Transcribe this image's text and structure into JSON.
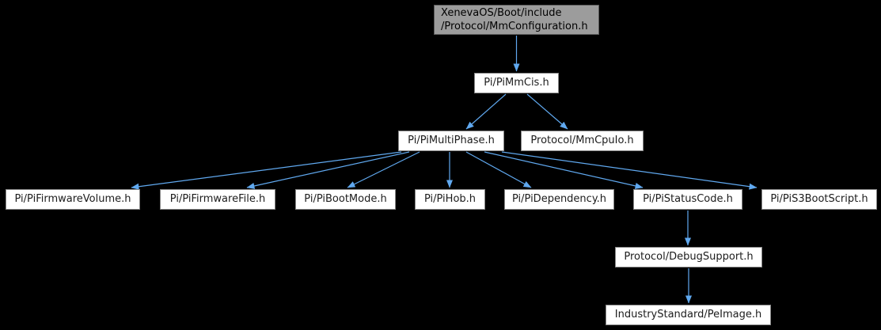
{
  "colors": {
    "background": "#000000",
    "edge": "#60a9f0",
    "node_fill": "#ffffff",
    "node_border": "#878787",
    "node_text": "#1c1c1c",
    "root_fill": "#9c9c9c",
    "root_border": "#5a5a5a",
    "root_text": "#000000"
  },
  "nodes": [
    {
      "id": "mmconfiguration",
      "label_line1": "XenevaOS/Boot/include",
      "label_line2": "/Protocol/MmConfiguration.h"
    },
    {
      "id": "pimmcis",
      "label": "Pi/PiMmCis.h"
    },
    {
      "id": "pimultiphase",
      "label": "Pi/PiMultiPhase.h"
    },
    {
      "id": "mmcpuio",
      "label": "Protocol/MmCpuIo.h"
    },
    {
      "id": "pifirmwarevolume",
      "label": "Pi/PiFirmwareVolume.h"
    },
    {
      "id": "pifirmwarefile",
      "label": "Pi/PiFirmwareFile.h"
    },
    {
      "id": "pibootmode",
      "label": "Pi/PiBootMode.h"
    },
    {
      "id": "pihob",
      "label": "Pi/PiHob.h"
    },
    {
      "id": "pidependency",
      "label": "Pi/PiDependency.h"
    },
    {
      "id": "pistatuscode",
      "label": "Pi/PiStatusCode.h"
    },
    {
      "id": "pis3bootscript",
      "label": "Pi/PiS3BootScript.h"
    },
    {
      "id": "debugsupport",
      "label": "Protocol/DebugSupport.h"
    },
    {
      "id": "peimage",
      "label": "IndustryStandard/PeImage.h"
    }
  ],
  "edges": [
    {
      "from": "XenevaOS/Boot/include/Protocol/MmConfiguration.h",
      "to": "Pi/PiMmCis.h"
    },
    {
      "from": "Pi/PiMmCis.h",
      "to": "Pi/PiMultiPhase.h"
    },
    {
      "from": "Pi/PiMmCis.h",
      "to": "Protocol/MmCpuIo.h"
    },
    {
      "from": "Pi/PiMultiPhase.h",
      "to": "Pi/PiFirmwareVolume.h"
    },
    {
      "from": "Pi/PiMultiPhase.h",
      "to": "Pi/PiFirmwareFile.h"
    },
    {
      "from": "Pi/PiMultiPhase.h",
      "to": "Pi/PiBootMode.h"
    },
    {
      "from": "Pi/PiMultiPhase.h",
      "to": "Pi/PiHob.h"
    },
    {
      "from": "Pi/PiMultiPhase.h",
      "to": "Pi/PiDependency.h"
    },
    {
      "from": "Pi/PiMultiPhase.h",
      "to": "Pi/PiStatusCode.h"
    },
    {
      "from": "Pi/PiMultiPhase.h",
      "to": "Pi/PiS3BootScript.h"
    },
    {
      "from": "Pi/PiStatusCode.h",
      "to": "Protocol/DebugSupport.h"
    },
    {
      "from": "Protocol/DebugSupport.h",
      "to": "IndustryStandard/PeImage.h"
    }
  ]
}
